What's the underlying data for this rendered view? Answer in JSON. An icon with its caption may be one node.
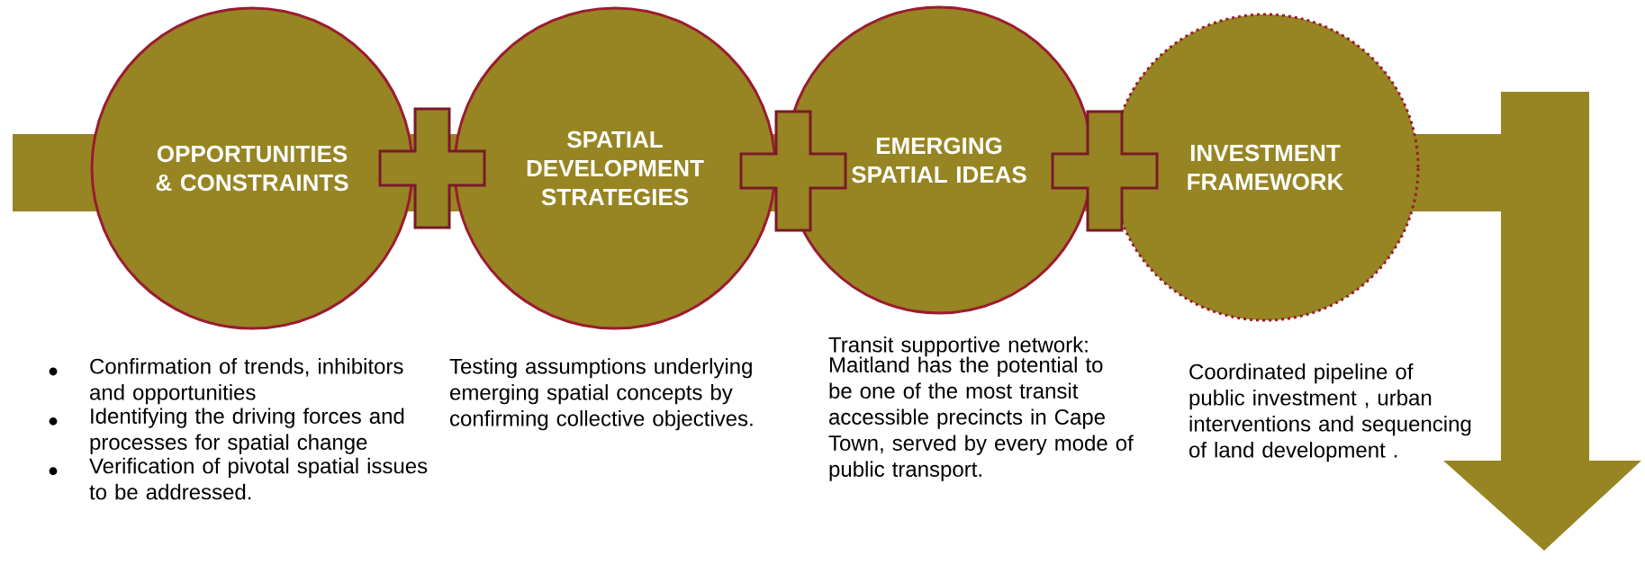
{
  "diagram": {
    "nodes": [
      {
        "text": [
          "OPPORTUNITIES & CONSTRAINTS"
        ],
        "beside": [
          "Confirmation of trends, inhibitors and opportunities",
          "Identifying the driving forces and processes for spatial change",
          "Verification of pivotal spatial issues to be addressed."
        ]
      },
      {
        "text": [],
        "shape": "cross"
      },
      {
        "text": [
          "SPATIAL DEVELOPMENT STRATEGIES"
        ],
        "beside": [
          "Testing assumptions underlying emerging spatial concepts by confirming collective objectives."
        ]
      },
      {
        "text": [],
        "shape": "cross"
      },
      {
        "text": [
          "EMERGING SPATIAL IDEAS"
        ],
        "beside": [
          "Transit supportive network:",
          "Maitland has the potential to be one of the most transit accessible precincts in Cape Town, served by every mode of public transport."
        ]
      },
      {
        "text": [],
        "shape": "cross"
      },
      {
        "text": [
          "INVESTMENT FRAMEWORK"
        ],
        "beside": [
          "Coordinated pipeline of public investment , urban interventions and sequencing of land development ."
        ]
      }
    ]
  }
}
